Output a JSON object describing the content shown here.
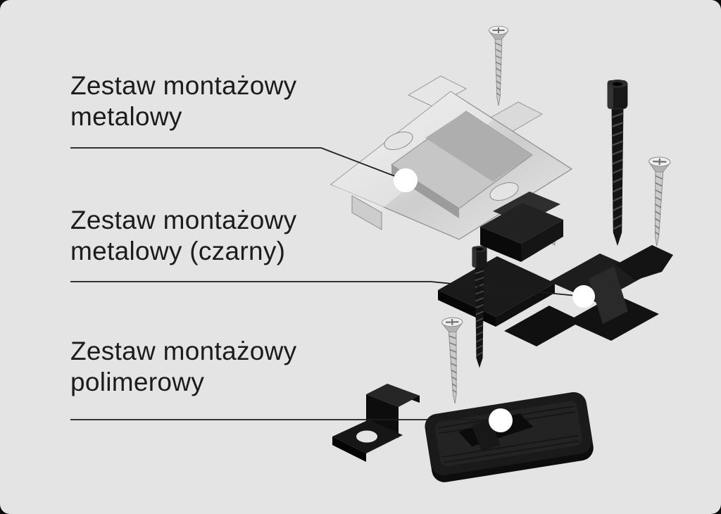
{
  "page": {
    "title": "Zestawy montażowe - schemat produktów"
  },
  "style": {
    "background": "#e4e4e4",
    "outer_background": "#0b0b0b",
    "text_color": "#1c1c1c",
    "leader_line_color": "#1c1c1c",
    "callout_dot_color": "#ffffff",
    "metal_color": "#d6d6d6",
    "black_part_color": "#141414"
  },
  "labels": [
    {
      "id": "metal-kit",
      "line1": "Zestaw montażowy",
      "line2": "metalowy"
    },
    {
      "id": "metal-black-kit",
      "line1": "Zestaw montażowy",
      "line2": "metalowy (czarny)"
    },
    {
      "id": "polymer-kit",
      "line1": "Zestaw montażowy",
      "line2": "polimerowy"
    }
  ],
  "illustrations": [
    {
      "id": "metal-clip",
      "name": "metal-mounting-clip"
    },
    {
      "id": "black-clip-set",
      "name": "black-metal-mounting-clips"
    },
    {
      "id": "polymer-base",
      "name": "polymer-mounting-pad-with-clip"
    },
    {
      "id": "screws",
      "name": "mounting-screws"
    }
  ]
}
